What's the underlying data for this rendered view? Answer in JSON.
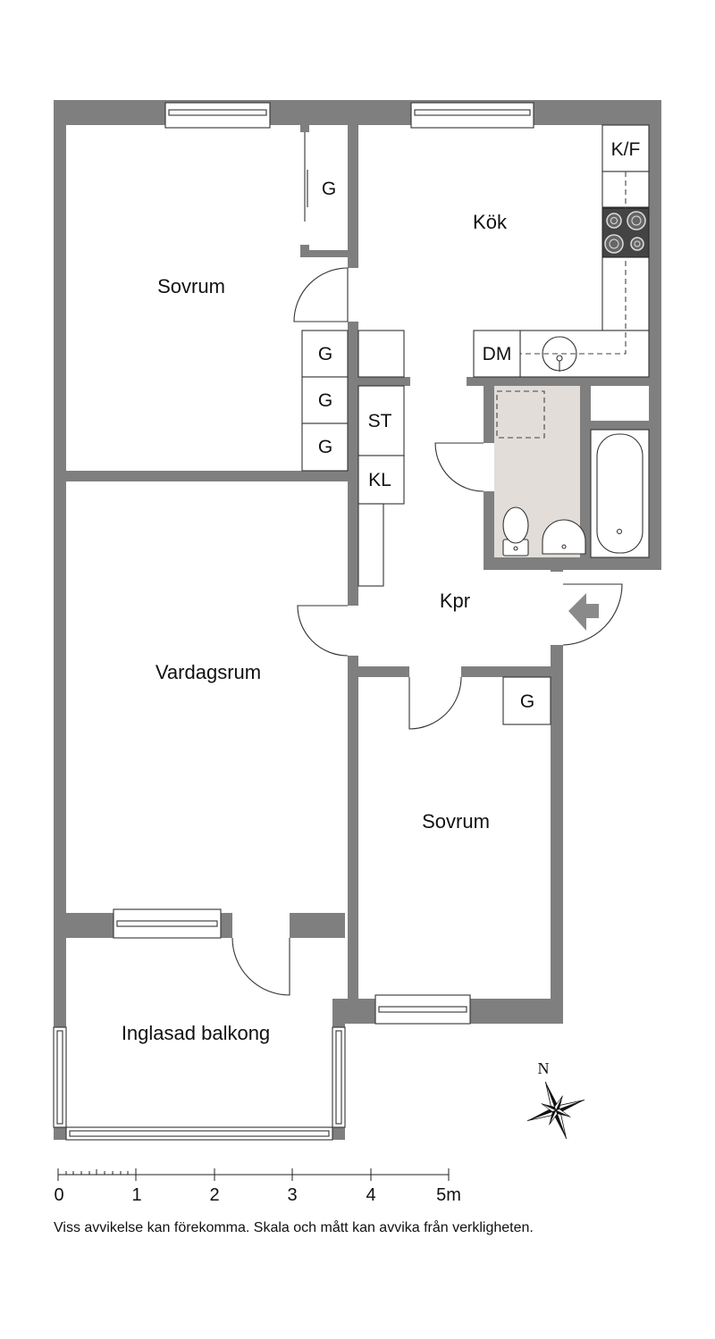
{
  "rooms": {
    "sovrum_1": "Sovrum",
    "kok": "Kök",
    "vardagsrum": "Vardagsrum",
    "kpr": "Kpr",
    "sovrum_2": "Sovrum",
    "balkong": "Inglasad balkong"
  },
  "fixtures": {
    "garderob": "G",
    "kyl_frys": "K/F",
    "diskmaskin": "DM",
    "stad": "ST",
    "klader": "KL"
  },
  "compass": {
    "north": "N"
  },
  "scale": {
    "ticks": [
      "0",
      "1",
      "2",
      "3",
      "4",
      "5m"
    ]
  },
  "disclaimer": "Viss avvikelse kan förekomma. Skala och mått kan avvika från verkligheten.",
  "colors": {
    "wall": "#7f7f7f",
    "bathroom_floor": "#e2ddd9",
    "entrance_arrow": "#8a8a8a"
  }
}
